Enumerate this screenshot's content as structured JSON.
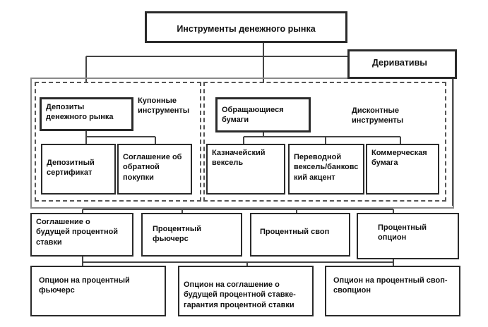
{
  "diagram": {
    "root": "Инструменты денежного рынка",
    "derivatives": "Деривативы",
    "deposits": "Депозиты\nденежного рынка",
    "coupon_instruments": "Купонные\nинструменты",
    "tradable_papers": "Обращающиеся\nбумаги",
    "discount_instruments": "Дисконтные\nинструменты",
    "deposit_certificate": "Депозитный\nсертификат",
    "repo_agreement": "Соглашение об\nобратной\nпокупки",
    "treasury_bill": "Казначейский\nвексель",
    "bill_acceptance": "Переводной\nвексель/банковс\nкий акцент",
    "commercial_paper": "Коммерческая\nбумага",
    "fra": "Соглашение о\nбудущей процентной\nставки",
    "interest_futures": "Процентный\nфьючерс",
    "interest_swap": "Процентный своп",
    "interest_option": "Процентный\nопцион",
    "futures_option": "Опцион на процентный\nфьючерс",
    "fra_option": "Опцион на соглашение о\nбудущей процентной ставке-\nгарантия процентной ставки",
    "swaption": "Опцион на процентный своп-\nсвопцион"
  }
}
